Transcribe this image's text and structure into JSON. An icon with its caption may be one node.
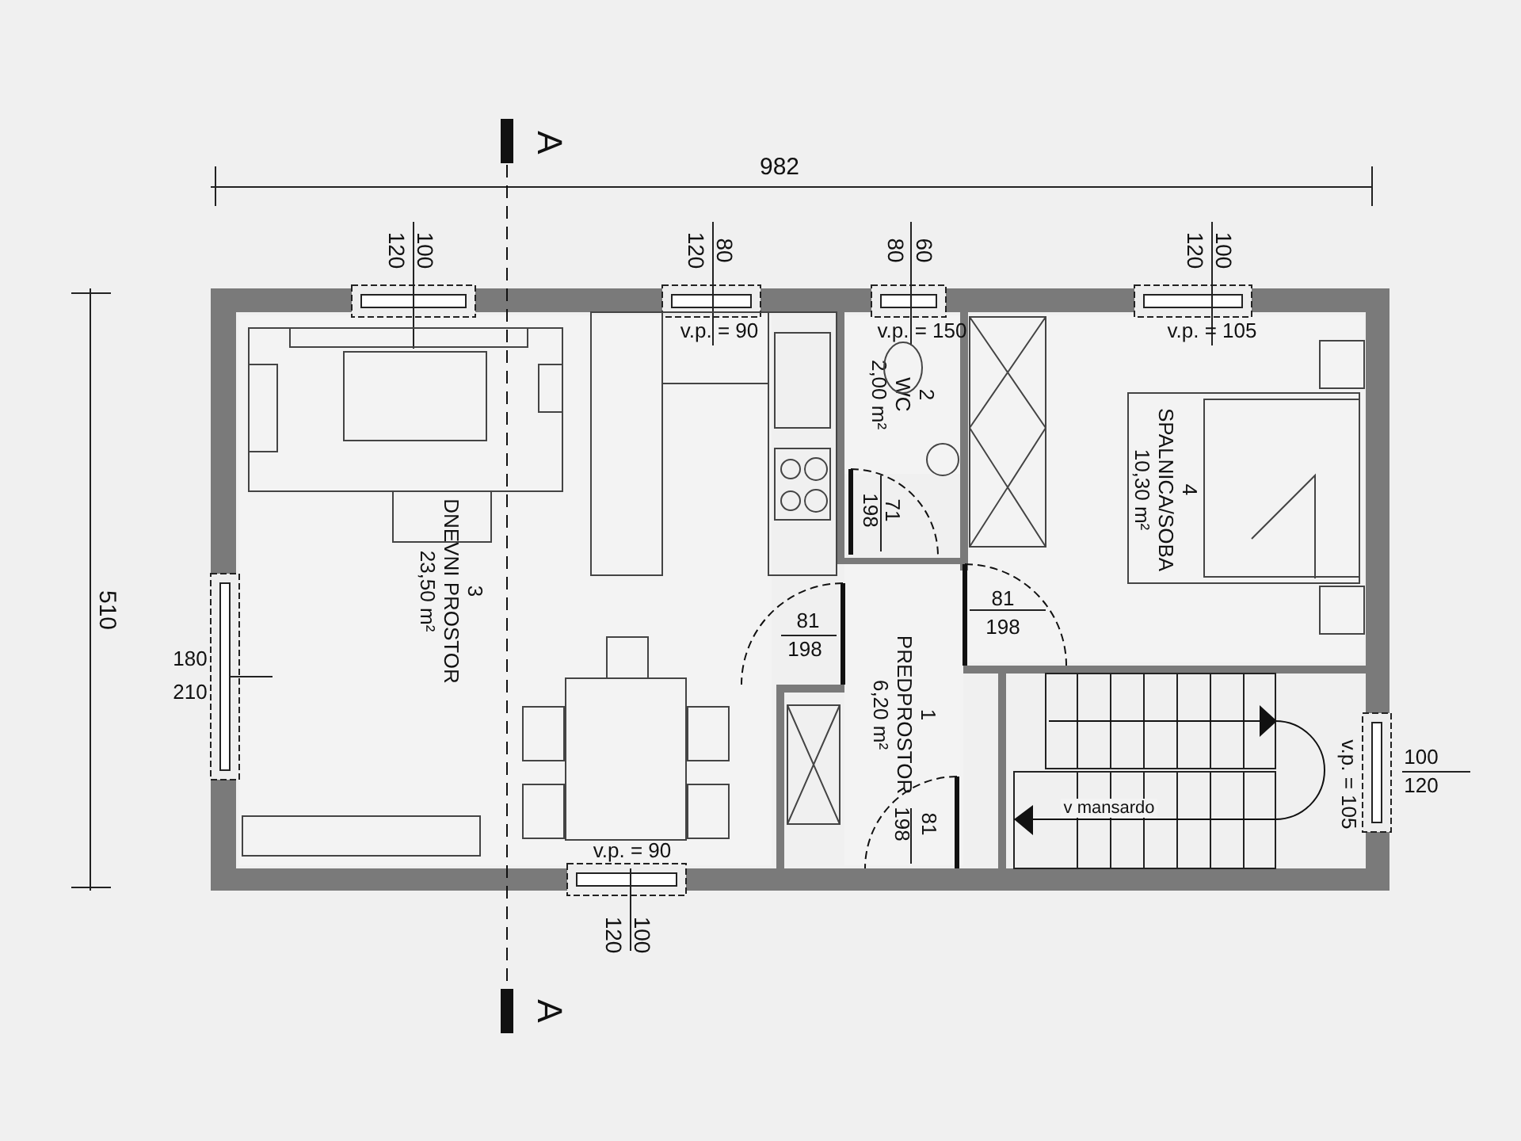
{
  "diagram": {
    "nodes": [
      {
        "text": [
          "3",
          "DNEVNI PROSTOR",
          "23,50 m²"
        ]
      },
      {
        "text": [
          "2",
          "WC",
          "2,00 m²"
        ]
      },
      {
        "text": [
          "4",
          "SPALNICA/SOBA",
          "10,30 m²"
        ]
      },
      {
        "text": [
          "1",
          "PREDPROSTOR",
          "6,20 m²"
        ]
      }
    ],
    "edges": [],
    "labels": [
      "A",
      "982",
      "100",
      "120",
      "80",
      "120",
      "60",
      "80",
      "100",
      "120",
      "v.p. = 90",
      "v.p. = 150",
      "v.p. = 105",
      "510",
      "71",
      "198",
      "81",
      "198",
      "81",
      "198",
      "180",
      "210",
      "v.p. = 105",
      "100",
      "120",
      "v mansardo",
      "v.p. = 90",
      "81",
      "198",
      "100",
      "120",
      "A"
    ]
  }
}
